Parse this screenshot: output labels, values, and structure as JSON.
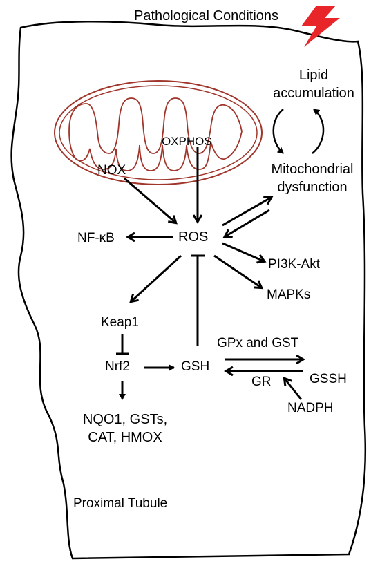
{
  "title": "Pathological Conditions",
  "region_label": "Proximal Tubule",
  "nodes": {
    "oxphos": "OXPHOS",
    "nox": "NOX",
    "ros": "ROS",
    "nfkb": "NF-κB",
    "lipid": [
      "Lipid",
      "accumulation"
    ],
    "mito_dys": [
      "Mitochondrial",
      "dysfunction"
    ],
    "pi3k": "PI3K-Akt",
    "mapks": "MAPKs",
    "keap1": "Keap1",
    "nrf2": "Nrf2",
    "gsh": "GSH",
    "gpx": "GPx and GST",
    "gr": "GR",
    "gssh": "GSSH",
    "nadph": "NADPH",
    "targets": [
      "NQO1, GSTs,",
      "CAT, HMOX"
    ]
  },
  "colors": {
    "lightning": "#e8262a",
    "mitochondrion": "#a0362b",
    "stroke": "#000000"
  }
}
